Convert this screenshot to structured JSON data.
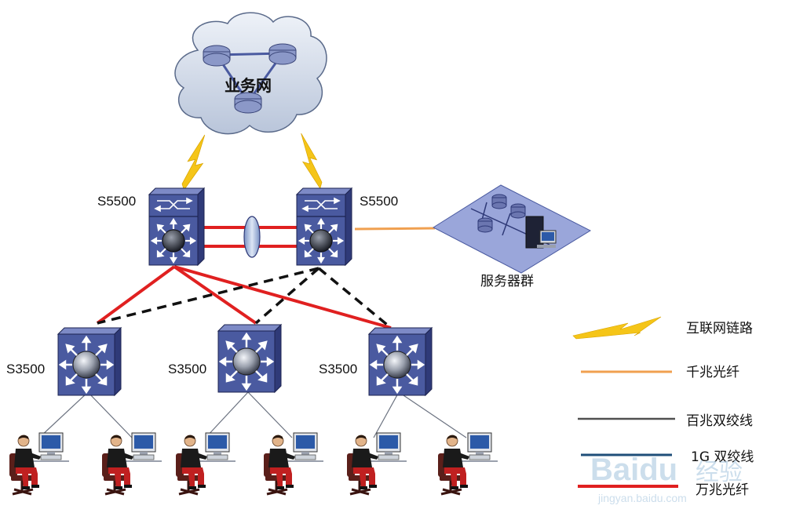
{
  "cloud": {
    "label": "业务网"
  },
  "core_switches": [
    {
      "label": "S5500"
    },
    {
      "label": "S5500"
    }
  ],
  "access_switches": [
    {
      "label": "S3500"
    },
    {
      "label": "S3500"
    },
    {
      "label": "S3500"
    }
  ],
  "server_farm": {
    "label": "服务器群"
  },
  "legend": [
    {
      "label": "互联网链路",
      "style": "lightning",
      "color": "#f5c518"
    },
    {
      "label": "千兆光纤",
      "style": "line",
      "color": "#f0a050"
    },
    {
      "label": "百兆双绞线",
      "style": "line",
      "color": "#505050"
    },
    {
      "label": "1G 双绞线",
      "style": "line",
      "color": "#1f4e79"
    },
    {
      "label": "万兆光纤",
      "style": "line",
      "color": "#e02020"
    }
  ],
  "watermark": {
    "brand": "Baidu",
    "cn": "经验",
    "url": "jingyan.baidu.com"
  },
  "colors": {
    "switch_fill": "#4a5aa0",
    "cloud_fill": "#d4dcec",
    "ten_gig": "#e02020",
    "gig_fiber": "#f0a050",
    "dashed": "#111111"
  }
}
